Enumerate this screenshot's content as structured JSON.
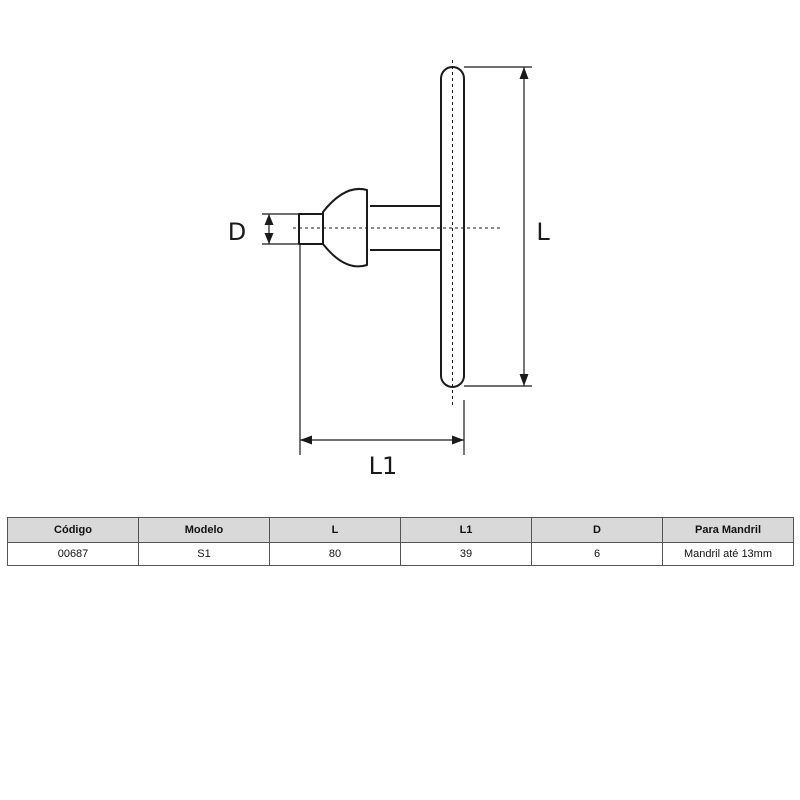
{
  "drawing": {
    "labels": {
      "d": "D",
      "l": "L",
      "l1": "L1"
    }
  },
  "table": {
    "headers": [
      "Código",
      "Modelo",
      "L",
      "L1",
      "D",
      "Para Mandril"
    ],
    "rows": [
      [
        "00687",
        "S1",
        "80",
        "39",
        "6",
        "Mandril até 13mm"
      ]
    ]
  }
}
